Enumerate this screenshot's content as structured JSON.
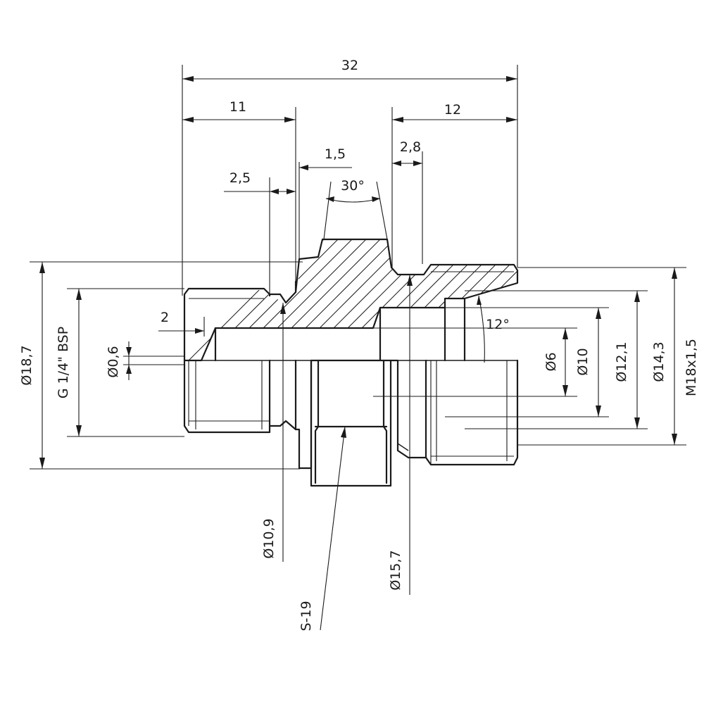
{
  "drawing": {
    "dimensions": {
      "total_length": "32",
      "left_length": "11",
      "right_length": "12",
      "shoulder_offset": "1,5",
      "groove_width": "2,8",
      "undercut": "2,5",
      "chamfer_angle": "30°",
      "cone_angle": "12°",
      "chamfer_left": "2",
      "dia_outer_left": "Ø18,7",
      "thread_left": "G 1/4\" BSP",
      "dia_hole_small": "Ø0,6",
      "dia_6": "Ø6",
      "dia_10": "Ø10",
      "dia_12_1": "Ø12,1",
      "dia_14_3": "Ø14,3",
      "thread_right": "M18x1,5",
      "dia_10_9": "Ø10,9",
      "dia_15_7": "Ø15,7",
      "hex_size": "S-19"
    }
  }
}
